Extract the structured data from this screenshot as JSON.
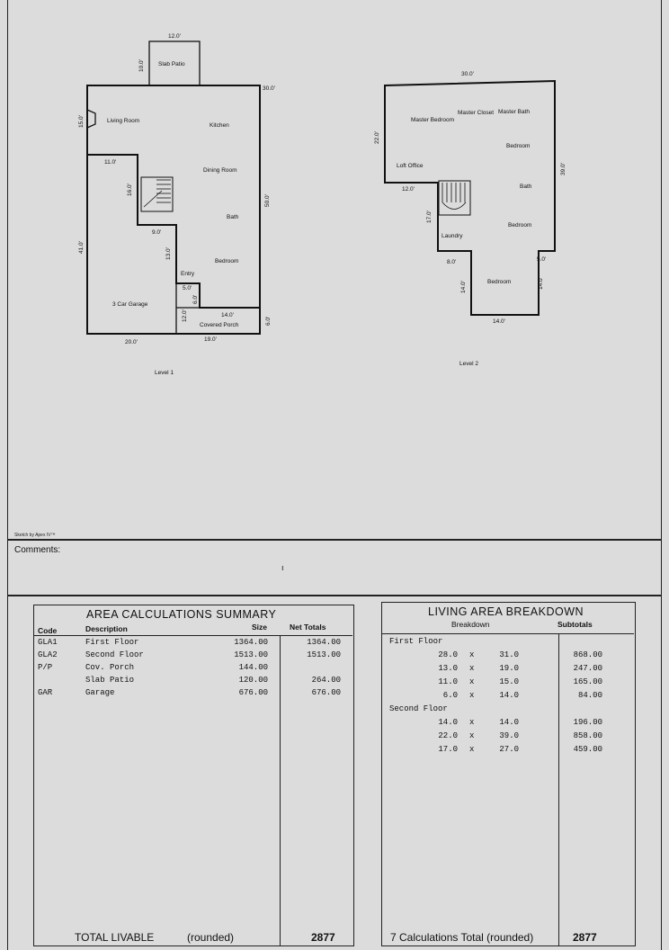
{
  "sketch": {
    "level1": {
      "caption": "Level 1",
      "rooms": [
        "Slab Patio",
        "Living Room",
        "Kitchen",
        "Dining Room",
        "Bath",
        "Bedroom",
        "Entry",
        "3 Car Garage",
        "Covered Porch"
      ],
      "dims": [
        "12.0'",
        "10.0'",
        "30.0'",
        "15.0'",
        "11.0'",
        "16.0'",
        "9.0'",
        "13.0'",
        "50.0'",
        "41.0'",
        "5.0'",
        "6.0'",
        "14.0'",
        "12.0'",
        "6.0'",
        "20.0'",
        "19.0'"
      ]
    },
    "level2": {
      "caption": "Level 2",
      "rooms": [
        "Master Bedroom",
        "Master Closet",
        "Master Bath",
        "Bedroom",
        "Loft Office",
        "Bath",
        "Bedroom",
        "Laundry",
        "Bedroom"
      ],
      "dims": [
        "30.0'",
        "22.0'",
        "39.0'",
        "12.0'",
        "17.0'",
        "8.0'",
        "5.0'",
        "14.0'",
        "14.0'",
        "14.0'"
      ]
    },
    "credit": "Sketch by Apex IV™"
  },
  "comments_label": "Comments:",
  "area_summary": {
    "title": "AREA CALCULATIONS SUMMARY",
    "headers": {
      "code": "Code",
      "description": "Description",
      "size": "Size",
      "net": "Net Totals"
    },
    "rows": [
      {
        "code": "GLA1",
        "description": "First Floor",
        "size": "1364.00",
        "net": "1364.00"
      },
      {
        "code": "GLA2",
        "description": "Second Floor",
        "size": "1513.00",
        "net": "1513.00"
      },
      {
        "code": "P/P",
        "description": "Cov. Porch",
        "size": "144.00",
        "net": ""
      },
      {
        "code": "",
        "description": "Slab Patio",
        "size": "120.00",
        "net": "264.00"
      },
      {
        "code": "GAR",
        "description": "Garage",
        "size": "676.00",
        "net": "676.00"
      }
    ],
    "total_label": "TOTAL LIVABLE",
    "total_note": "(rounded)",
    "total_value": "2877"
  },
  "living_breakdown": {
    "title": "LIVING AREA BREAKDOWN",
    "headers": {
      "breakdown": "Breakdown",
      "subtotals": "Subtotals"
    },
    "sections": [
      {
        "label": "First Floor",
        "rows": [
          {
            "a": "28.0",
            "b": "31.0",
            "sub": "868.00"
          },
          {
            "a": "13.0",
            "b": "19.0",
            "sub": "247.00"
          },
          {
            "a": "11.0",
            "b": "15.0",
            "sub": "165.00"
          },
          {
            "a": "6.0",
            "b": "14.0",
            "sub": "84.00"
          }
        ]
      },
      {
        "label": "Second Floor",
        "rows": [
          {
            "a": "14.0",
            "b": "14.0",
            "sub": "196.00"
          },
          {
            "a": "22.0",
            "b": "39.0",
            "sub": "858.00"
          },
          {
            "a": "17.0",
            "b": "27.0",
            "sub": "459.00"
          }
        ]
      }
    ],
    "times": "x",
    "total_label": "7 Calculations Total (rounded)",
    "total_value": "2877"
  }
}
